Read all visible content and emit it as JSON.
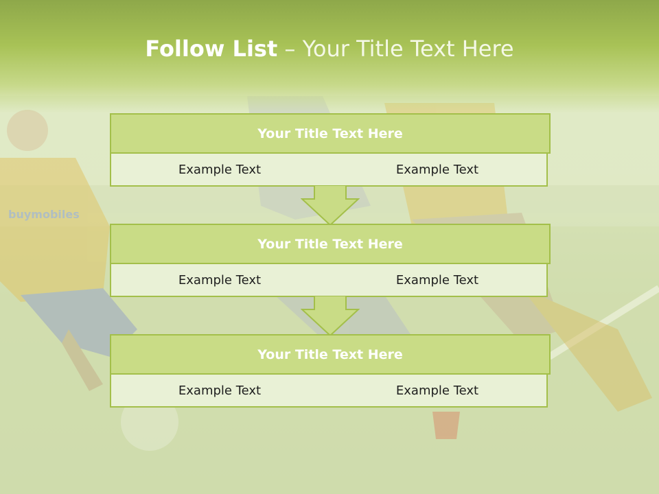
{
  "slide": {
    "title_bold": "Follow List",
    "title_rest": "– Your Title Text Here"
  },
  "blocks": [
    {
      "title": "Your Title Text Here",
      "left_text": "Example Text",
      "right_text": "Example Text"
    },
    {
      "title": "Your Title Text Here",
      "left_text": "Example Text",
      "right_text": "Example Text"
    },
    {
      "title": "Your Title Text Here",
      "left_text": "Example Text",
      "right_text": "Example Text"
    }
  ],
  "colors": {
    "accent": "#a3bf4a",
    "header_fill": "#c9dc86",
    "cell_fill": "#e9f1d6",
    "band": "#a8c256"
  },
  "background_image": {
    "shirt_text": "buymobiles"
  }
}
